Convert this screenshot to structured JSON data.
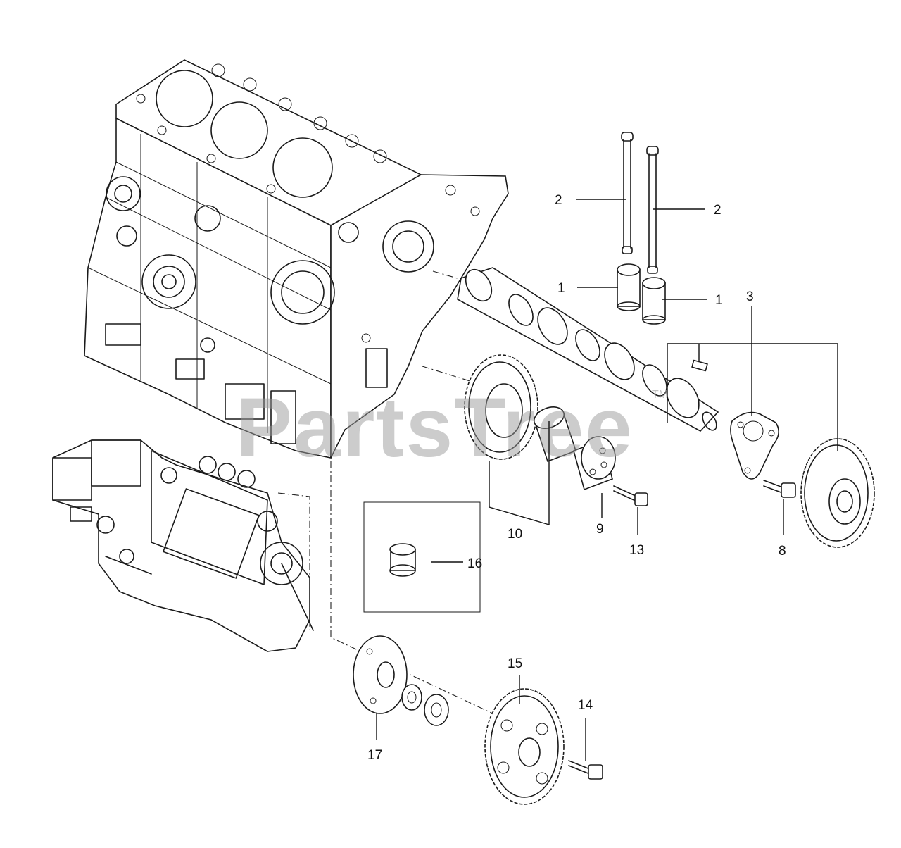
{
  "watermark": {
    "text": "PartsTree",
    "trademark": "TM"
  },
  "callouts": [
    {
      "id": "c2a",
      "label": "2"
    },
    {
      "id": "c2b",
      "label": "2"
    },
    {
      "id": "c1a",
      "label": "1"
    },
    {
      "id": "c1b",
      "label": "1"
    },
    {
      "id": "c3",
      "label": "3"
    },
    {
      "id": "c10",
      "label": "10"
    },
    {
      "id": "c9",
      "label": "9"
    },
    {
      "id": "c13",
      "label": "13"
    },
    {
      "id": "c8",
      "label": "8"
    },
    {
      "id": "c16",
      "label": "16"
    },
    {
      "id": "c15",
      "label": "15"
    },
    {
      "id": "c14",
      "label": "14"
    },
    {
      "id": "c17",
      "label": "17"
    }
  ]
}
